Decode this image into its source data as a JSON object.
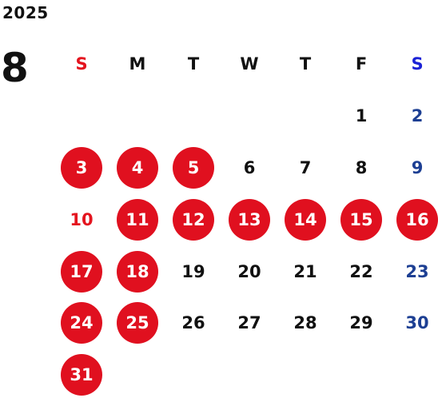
{
  "year": "2025",
  "month": "8",
  "weekdays": [
    "S",
    "M",
    "T",
    "W",
    "T",
    "F",
    "S"
  ],
  "first_weekday_index": 5,
  "days": [
    "1",
    "2",
    "3",
    "4",
    "5",
    "6",
    "7",
    "8",
    "9",
    "10",
    "11",
    "12",
    "13",
    "14",
    "15",
    "16",
    "17",
    "18",
    "19",
    "20",
    "21",
    "22",
    "23",
    "24",
    "25",
    "26",
    "27",
    "28",
    "29",
    "30",
    "31"
  ],
  "highlighted_days": [
    3,
    4,
    5,
    11,
    12,
    13,
    14,
    15,
    16,
    17,
    18,
    24,
    25,
    31
  ],
  "colors": {
    "highlight": "#e0101f",
    "sunday": "#e4141e",
    "saturday": "#1d3f93",
    "saturday_header": "#1b22d6",
    "text": "#111111"
  }
}
